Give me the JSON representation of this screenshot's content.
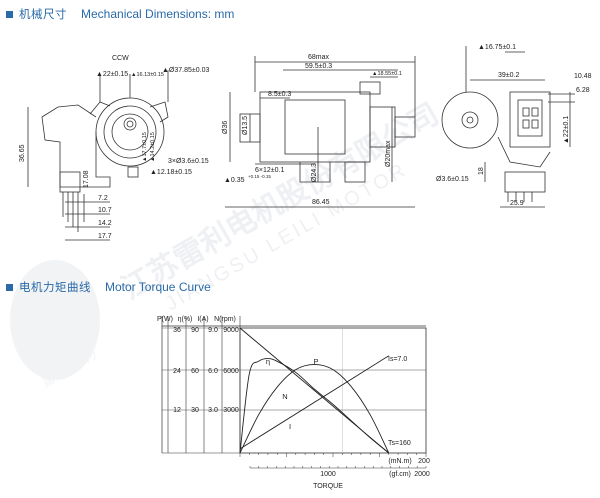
{
  "sections": {
    "dimensions": {
      "title_cn": "机械尺寸",
      "title_en": "Mechanical Dimensions: mm"
    },
    "torque": {
      "title_cn": "电机力矩曲线",
      "title_en": "Motor Torque Curve"
    }
  },
  "watermark": {
    "cn": "江苏雷利电机股份有限公司",
    "en": "JIANGSU LEILI MOTOR",
    "brand": "雷 Leili 利"
  },
  "drawing": {
    "left_view": {
      "ccw": "CCW",
      "d_22": "▲22±0.15",
      "d_16_13": "▲16.13±0.15",
      "d_37_85": "▲Ø37.85±0.03",
      "d_12": "12.18±0.15",
      "d_holes": "3×Ø3.6±0.15",
      "d_12_18": "▲12.18±0.15",
      "d_36_65": "36.65",
      "d_17_08": "17.08",
      "d_7_2": "7.2",
      "d_10_7": "10.7",
      "d_14_2": "14.2",
      "d_17_7": "17.7",
      "d_v1": "▲17.7±0.15",
      "d_v2": "▲14.2±0.15"
    },
    "side_view": {
      "d_68max": "68max",
      "d_59_5": "59.5±0.3",
      "d_18_55": "▲18.55±0.1",
      "d_8_5": "8.5±0.3",
      "d_36": "Ø36",
      "d_13_5": "Ø13.5",
      "d_6x12": "6×12±0.1",
      "d_0_35": "▲0.35",
      "d_0_35_tol": "+0.15 -0.15",
      "d_24_3": "Ø24.3",
      "d_20": "Ø20max",
      "d_86_45": "86.45"
    },
    "right_view": {
      "d_16_75": "▲16.75±0.1",
      "d_39": "39±0.2",
      "d_10_48": "10.48",
      "d_6_28": "6.28",
      "d_22": "▲22±0.1",
      "d_3_6": "Ø3.6±0.15",
      "d_18": "18",
      "d_25_9": "25.9"
    }
  },
  "chart_data": {
    "type": "line",
    "axes": {
      "left_headers": [
        "P(W)",
        "η(%)",
        "I(A)",
        "N(rpm)"
      ],
      "P_ticks": [
        "36",
        "24",
        "12"
      ],
      "eta_ticks": [
        "90",
        "60",
        "30"
      ],
      "I_ticks": [
        "9.0",
        "6.0",
        "3.0"
      ],
      "N_ticks": [
        "9000",
        "6000",
        "3000"
      ],
      "torque_mNm_ticks": [
        "(mN.m)",
        "200"
      ],
      "torque_gfcm_ticks": [
        "1000",
        "(gf.cm)",
        "2000"
      ],
      "xlabel": "TORQUE",
      "xlim_mNm": [
        0,
        200
      ]
    },
    "annotations": {
      "Is": "Is=7.0",
      "Ts": "Ts=160"
    },
    "series": [
      {
        "name": "η",
        "x": [
          0,
          10,
          20,
          30,
          40,
          60,
          80,
          100,
          120,
          140,
          160
        ],
        "y": [
          0,
          57,
          66,
          68,
          66,
          58,
          46,
          35,
          23,
          11,
          0
        ],
        "axis": "eta_pct"
      },
      {
        "name": "P",
        "x": [
          0,
          20,
          40,
          60,
          80,
          100,
          120,
          140,
          160
        ],
        "y": [
          0,
          11,
          19,
          24,
          25.5,
          24,
          19,
          11,
          0
        ],
        "axis": "P_W"
      },
      {
        "name": "N",
        "x": [
          0,
          160
        ],
        "y": [
          9000,
          0
        ],
        "axis": "N_rpm"
      },
      {
        "name": "I",
        "x": [
          0,
          160
        ],
        "y": [
          0.3,
          7.0
        ],
        "axis": "I_A"
      }
    ]
  }
}
